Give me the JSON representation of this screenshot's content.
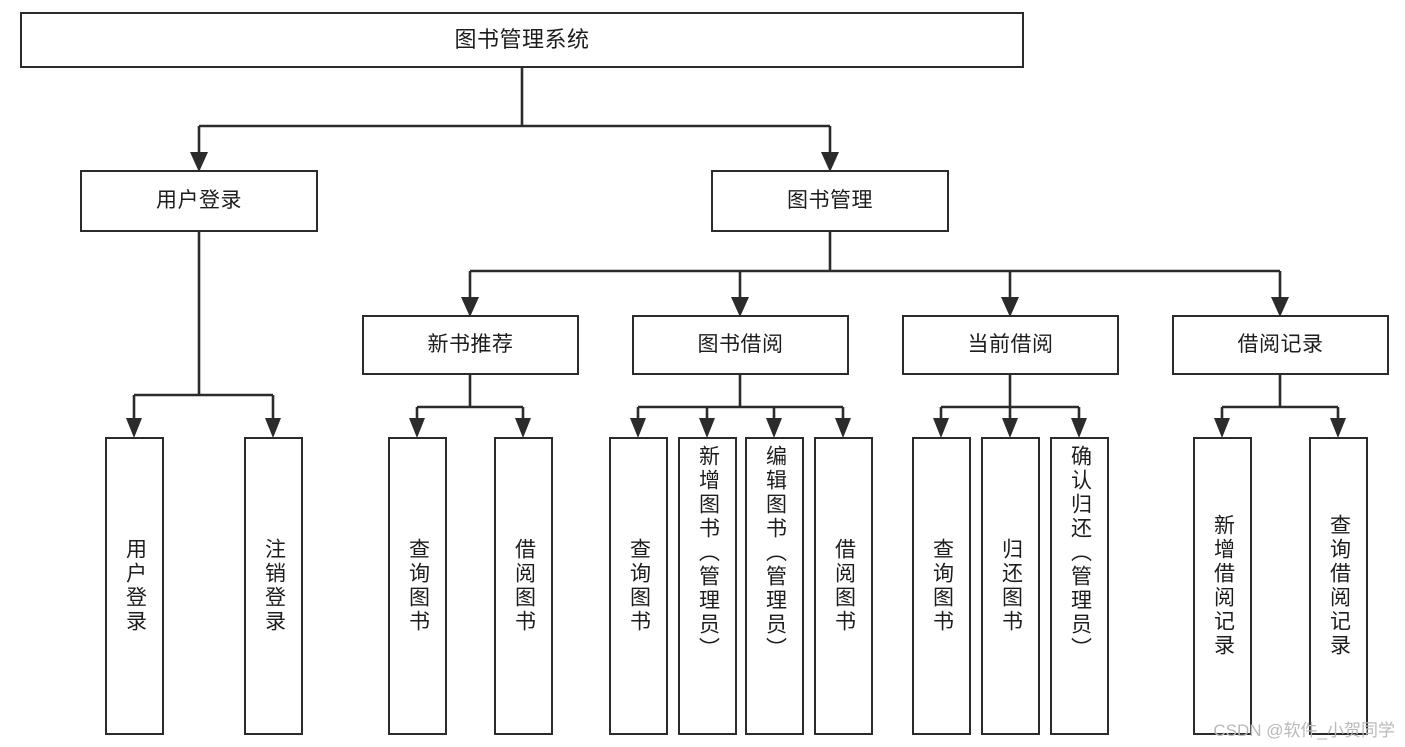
{
  "diagram": {
    "title": "图书管理系统",
    "type": "tree",
    "watermark": "CSDN @软件_小贺同学",
    "colors": {
      "stroke": "#2b2b2b",
      "fill": "#ffffff",
      "text": "#1d1d1d",
      "watermark": "#b9b9b9"
    },
    "nodes": {
      "root": {
        "label": "图书管理系统"
      },
      "level2": [
        {
          "label": "用户登录"
        },
        {
          "label": "图书管理"
        }
      ],
      "level3": [
        {
          "label": "新书推荐"
        },
        {
          "label": "图书借阅"
        },
        {
          "label": "当前借阅"
        },
        {
          "label": "借阅记录"
        }
      ],
      "leaves": {
        "user_login": [
          {
            "label": "用户登录"
          },
          {
            "label": "注销登录"
          }
        ],
        "new_book": [
          {
            "label": "查询图书"
          },
          {
            "label": "借阅图书"
          }
        ],
        "book_borrow": [
          {
            "label": "查询图书"
          },
          {
            "label": "新增图书（管理员）"
          },
          {
            "label": "编辑图书（管理员）"
          },
          {
            "label": "借阅图书"
          }
        ],
        "current_borrow": [
          {
            "label": "查询图书"
          },
          {
            "label": "归还图书"
          },
          {
            "label": "确认归还（管理员）"
          }
        ],
        "borrow_record": [
          {
            "label": "新增借阅记录"
          },
          {
            "label": "查询借阅记录"
          }
        ]
      }
    }
  }
}
